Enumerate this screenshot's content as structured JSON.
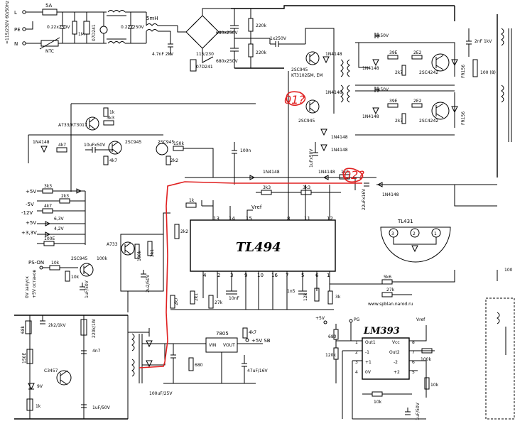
{
  "mains": {
    "side_label": "≈115/230V 60/50Hz",
    "terminals": [
      "L",
      "PE",
      "N"
    ],
    "fuse": "5A",
    "thermistor": "NTC",
    "caps": [
      "0.22x250V",
      "0.22x250V"
    ],
    "resistor": "1M",
    "varistor": "07D241",
    "choke": "5mH",
    "cap_y": "4.7nF 2kV",
    "switch_label": "115/230",
    "bulk_caps": [
      "680x250V",
      "680x250V"
    ],
    "bleeders": [
      "220k",
      "220k"
    ],
    "varistor2": "07D241"
  },
  "driver": {
    "transistor_top": "2SC945",
    "transistor_alt": "KT3102БМ, ЕМ",
    "diodes": [
      "1N4148",
      "1N4148",
      "1N4148",
      "1N4148"
    ],
    "coupling_cap": "1x250V",
    "base_caps": [
      "1x50V",
      "1x50V"
    ],
    "base_res": [
      "39E",
      "39E",
      "2E2",
      "2E2",
      "2k7",
      "2k7"
    ],
    "power_transistors": [
      "2SC4242",
      "2SC4242"
    ],
    "fast_diodes": [
      "FR156",
      "FR156"
    ],
    "snubber": [
      "2nF 1kV",
      "100 (8)"
    ]
  },
  "protection": {
    "transistor_main": "A733/КТ3017",
    "diode_left": "1N4148",
    "res": [
      "1k",
      "3k3",
      "4k7",
      "4k7",
      "2k2",
      "150k",
      "100n"
    ],
    "cap": "10uFx50V",
    "transistor_b": "2SC945",
    "transistor_c": "2SC945",
    "rail_labels": [
      "+5V",
      "-5V",
      "-12V",
      "+5V",
      "+3,3V"
    ],
    "rail_res": [
      "3k3",
      "2k3",
      "4k7",
      "100E"
    ],
    "zeners": [
      "6,3V",
      "4,2V"
    ]
  },
  "pson": {
    "label": "PS-ON",
    "note_line1": "0V запуск",
    "note_line2": "+5V останов",
    "parts": [
      "10k",
      "10k",
      "2SC945",
      "1uF/50V",
      "100k",
      "A733",
      "100k",
      "2k1",
      "2u2/50V"
    ]
  },
  "tl494": {
    "name": "TL494",
    "top_pins": [
      "13",
      "14",
      "15",
      "8",
      "11",
      "12"
    ],
    "bottom_pins": [
      "4",
      "2",
      "3",
      "9",
      "10",
      "16",
      "7",
      "5",
      "6",
      "1"
    ],
    "vref": "Vref",
    "parts": [
      "1k",
      "2k2",
      "3k3",
      "3k3",
      "2k7",
      "2k1",
      "27k",
      "10nF",
      "1n5",
      "12k",
      "3k",
      "5k6",
      "27k"
    ]
  },
  "feedback": {
    "diodes": [
      "1N4148",
      "1N4148",
      "1N4148"
    ],
    "res": "1k5",
    "cap": "22uFx16V",
    "cap2": "1uFx50V",
    "tl431": "TL431",
    "tl431_pins": [
      "3",
      "2",
      "1"
    ],
    "right_res": "100"
  },
  "standby": {
    "regulator": "7805",
    "reg_pins": [
      "VIN",
      "VOUT"
    ],
    "out_label": "+5V SB",
    "res": [
      "4k7",
      "680",
      "68k",
      "150E",
      "1k"
    ],
    "caps": [
      "2k2/1kV",
      "4n7",
      "100uF/25V",
      "47uF/16V",
      "1uF/50V"
    ],
    "res_power": "220k/1W",
    "transistor": "C3457",
    "zener": "9V"
  },
  "comparator": {
    "name": "LM393",
    "supply": "+5V",
    "pg": "PG",
    "vref": "Vref",
    "pins_left": [
      "1",
      "2",
      "3",
      "4"
    ],
    "pins_right": [
      "8",
      "7",
      "6",
      "5"
    ],
    "pin_names_left": [
      "Out1",
      "-1",
      "+1",
      "0V"
    ],
    "pin_names_right": [
      "Vcc",
      "Out2",
      "-2",
      "+2"
    ],
    "res": [
      "680",
      "120k",
      "100k",
      "10k",
      "10k"
    ],
    "cap": "1uF/50V"
  },
  "website": "www.spblan.narod.ru",
  "annotations": {
    "q1": "01?",
    "q2": "02?"
  },
  "colors": {
    "ink": "#000000",
    "annotation": "#e02020",
    "background": "#ffffff"
  }
}
